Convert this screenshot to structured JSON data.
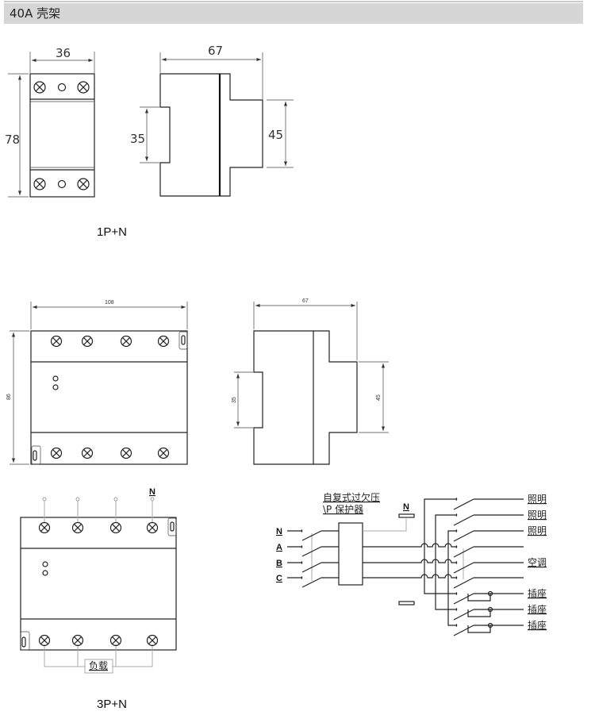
{
  "header": {
    "title": "40A 壳架",
    "background": "#d6d6d6"
  },
  "model_1pn": {
    "label": "1P+N",
    "dims": {
      "width": "36",
      "height": "78",
      "depth": "67",
      "rail": "35",
      "front_height": "45"
    }
  },
  "model_3pn": {
    "label": "3P+N",
    "dims": {
      "width": "108",
      "height": "86",
      "depth": "67",
      "rail": "35",
      "front_height": "45"
    },
    "neutral_label": "N",
    "load_label": "负载"
  },
  "wiring": {
    "title_line1": "自复式过欠压",
    "title_line2": "\\P  保护器",
    "neutral": "N",
    "inputs": [
      "N",
      "A",
      "B",
      "C"
    ],
    "outputs": [
      "照明",
      "照明",
      "照明",
      "",
      "空调",
      "",
      "插座",
      "插座",
      "插座"
    ]
  }
}
